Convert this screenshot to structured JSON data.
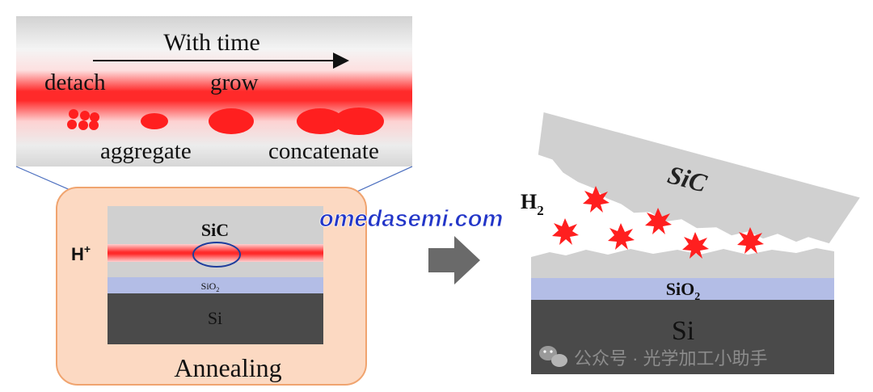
{
  "zoom_panel": {
    "time_label": "With time",
    "stage_labels": {
      "detach": "detach",
      "grow": "grow",
      "aggregate": "aggregate",
      "concatenate": "concatenate"
    }
  },
  "annealing_panel": {
    "caption": "Annealing",
    "ion_label": "H",
    "ion_charge": "+",
    "layers": {
      "sic": "SiC",
      "sio2": "SiO",
      "sio2_sub": "2",
      "si": "Si"
    }
  },
  "split_panel": {
    "gas_label": "H",
    "gas_sub": "2",
    "sic_label": "SiC",
    "sio2": "SiO",
    "sio2_sub": "2",
    "si_label": "Si"
  },
  "watermarks": {
    "site": "omedasemi.com",
    "wechat": "公众号 · 光学加工小助手"
  },
  "colors": {
    "implant_red": "#ff1f1f",
    "sic_gray": "#d0d0d0",
    "sio2_blue": "#b3bde6",
    "si_dark": "#4a4a4a",
    "anneal_box": "#fcd9c2",
    "watermark_blue": "#2336c8"
  }
}
